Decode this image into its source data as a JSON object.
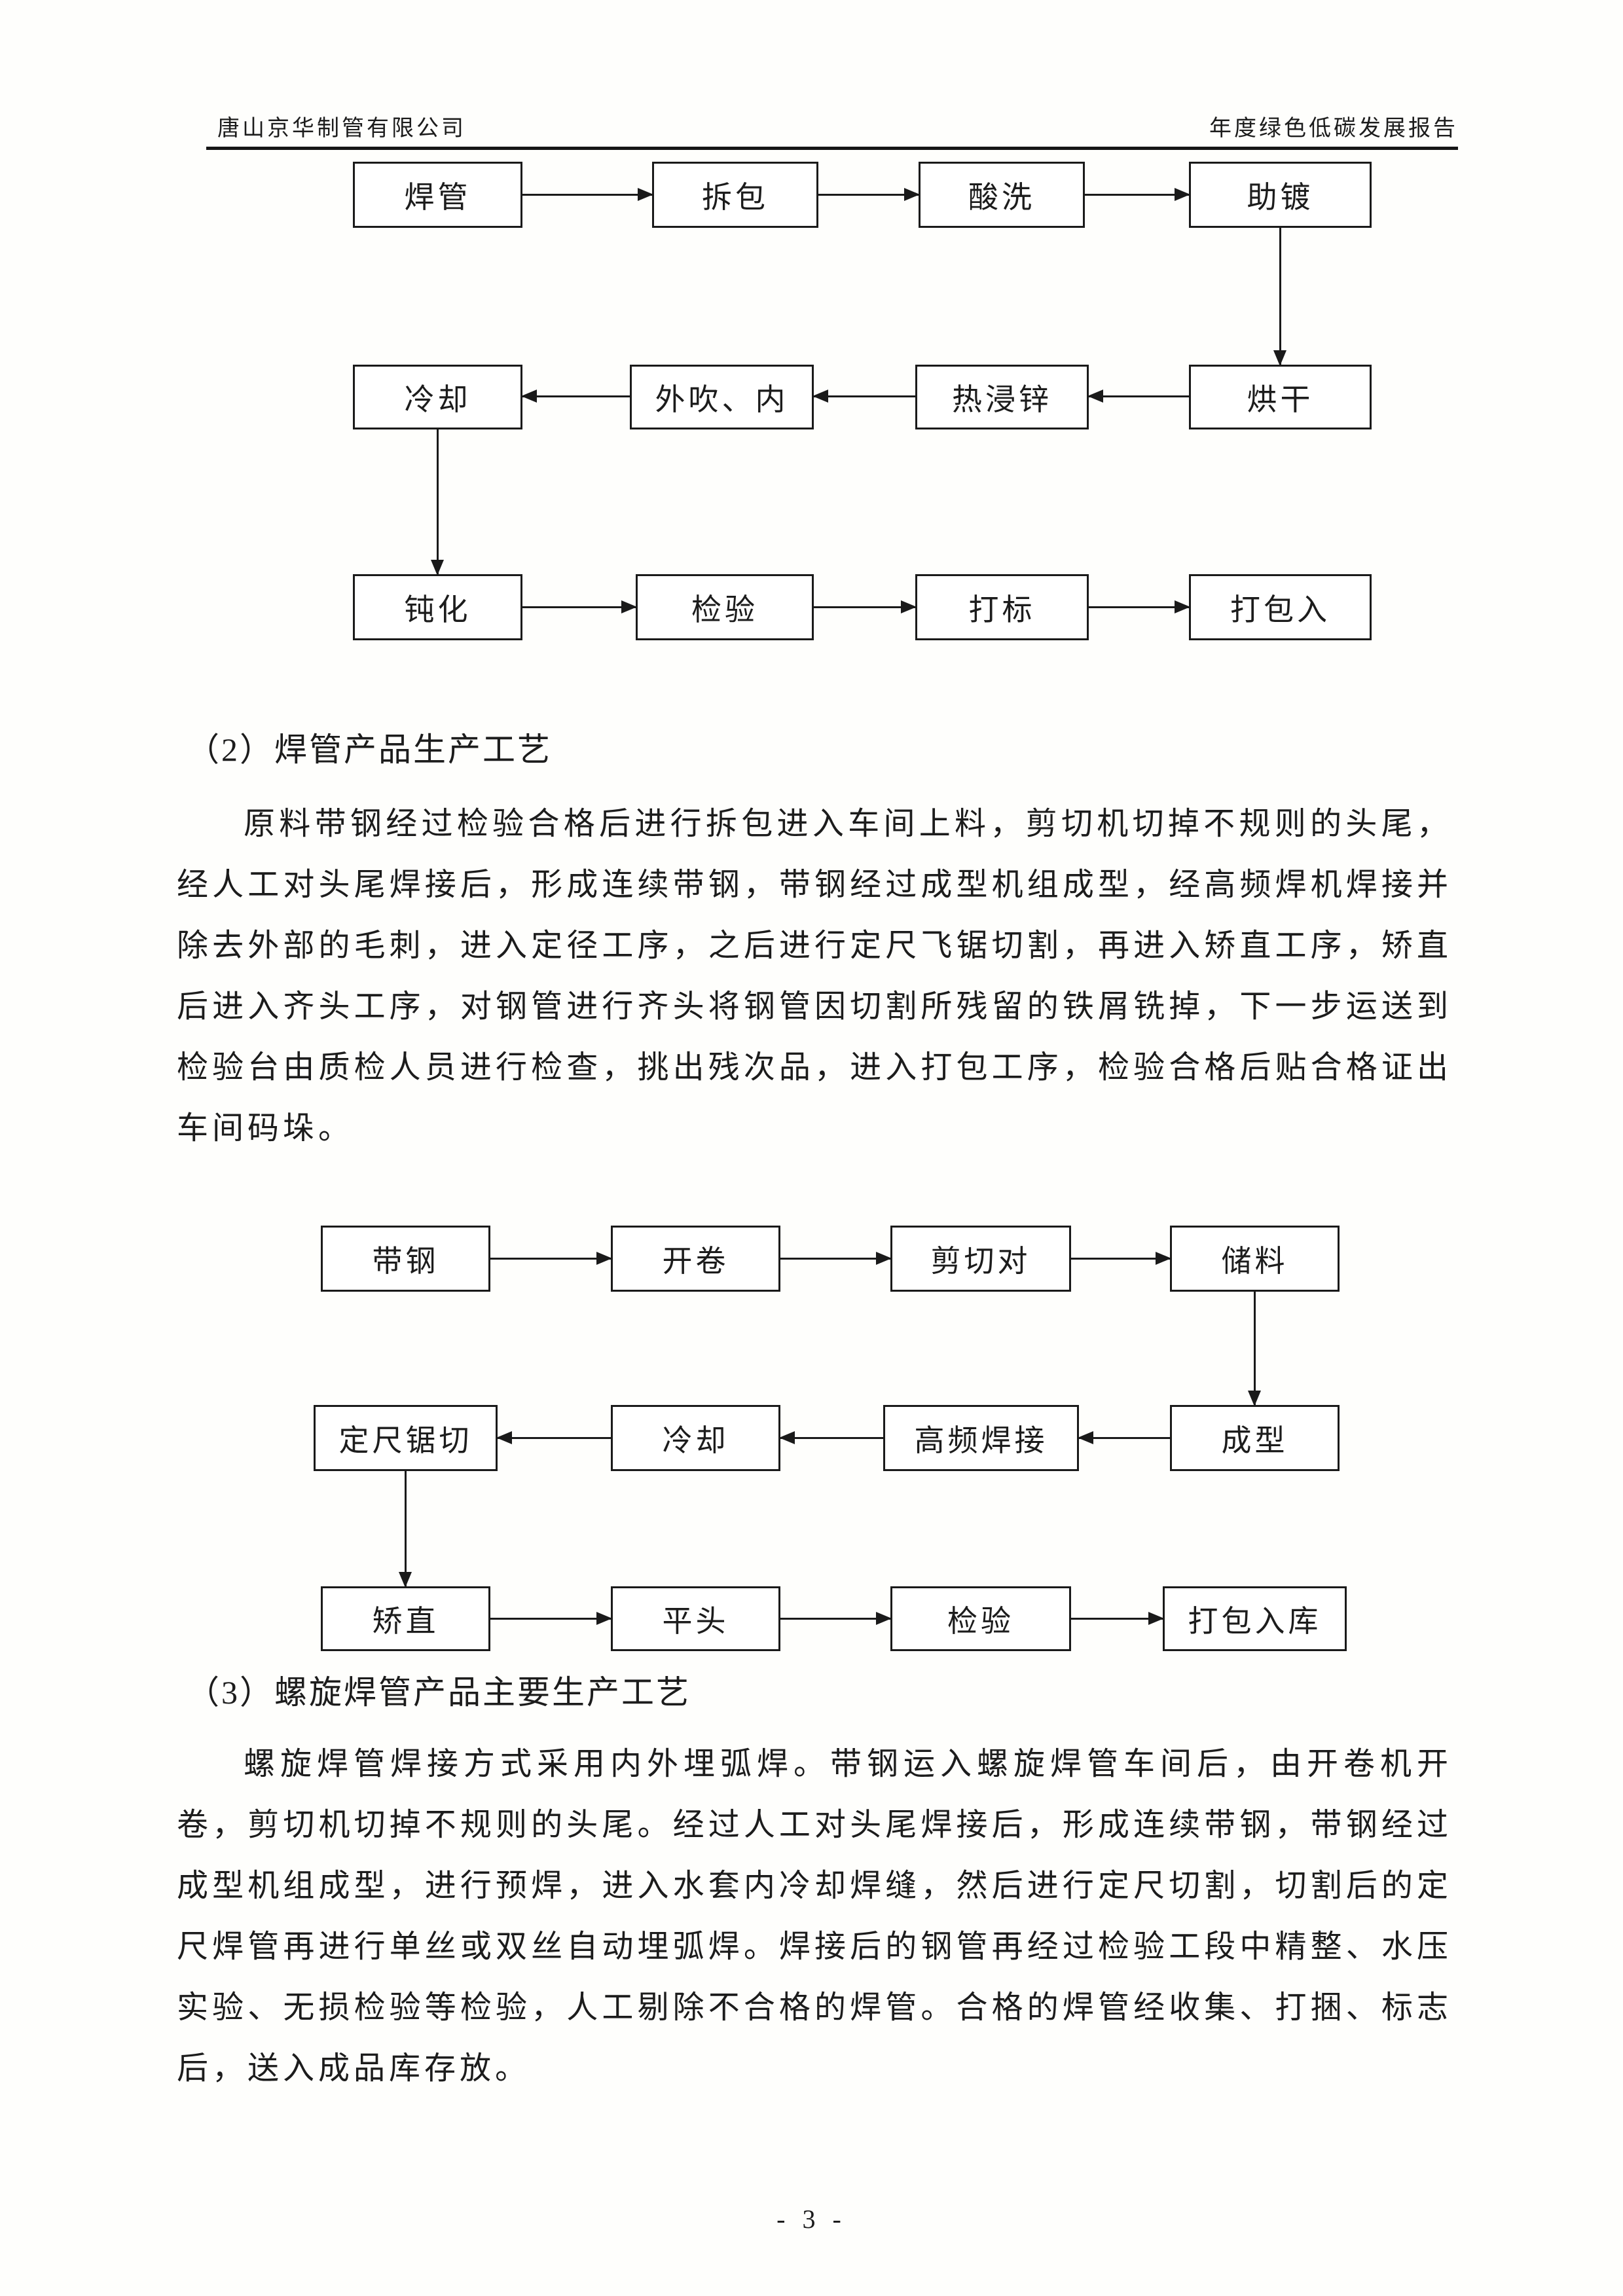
{
  "header": {
    "left": "唐山京华制管有限公司",
    "right": "年度绿色低碳发展报告"
  },
  "flow1": {
    "row1": [
      "焊管",
      "拆包",
      "酸洗",
      "助镀"
    ],
    "row2": [
      "冷却",
      "外吹、内",
      "热浸锌",
      "烘干"
    ],
    "row3": [
      "钝化",
      "检验",
      "打标",
      "打包入"
    ]
  },
  "section2": {
    "heading": "（2）焊管产品生产工艺",
    "paragraph": "原料带钢经过检验合格后进行拆包进入车间上料，剪切机切掉不规则的头尾，经人工对头尾焊接后，形成连续带钢，带钢经过成型机组成型，经高频焊机焊接并除去外部的毛刺，进入定径工序，之后进行定尺飞锯切割，再进入矫直工序，矫直后进入齐头工序，对钢管进行齐头将钢管因切割所残留的铁屑铣掉，下一步运送到检验台由质检人员进行检查，挑出残次品，进入打包工序，检验合格后贴合格证出车间码垛。"
  },
  "flow2": {
    "row1": [
      "带钢",
      "开卷",
      "剪切对",
      "储料"
    ],
    "row2": [
      "定尺锯切",
      "冷却",
      "高频焊接",
      "成型"
    ],
    "row3": [
      "矫直",
      "平头",
      "检验",
      "打包入库"
    ]
  },
  "section3": {
    "heading": "（3）螺旋焊管产品主要生产工艺",
    "paragraph": "螺旋焊管焊接方式采用内外埋弧焊。带钢运入螺旋焊管车间后，由开卷机开卷，剪切机切掉不规则的头尾。经过人工对头尾焊接后，形成连续带钢，带钢经过成型机组成型，进行预焊，进入水套内冷却焊缝，然后进行定尺切割，切割后的定尺焊管再进行单丝或双丝自动埋弧焊。焊接后的钢管再经过检验工段中精整、水压实验、无损检验等检验，人工剔除不合格的焊管。合格的焊管经收集、打捆、标志后，送入成品库存放。"
  },
  "footer": {
    "page": "- 3 -"
  }
}
